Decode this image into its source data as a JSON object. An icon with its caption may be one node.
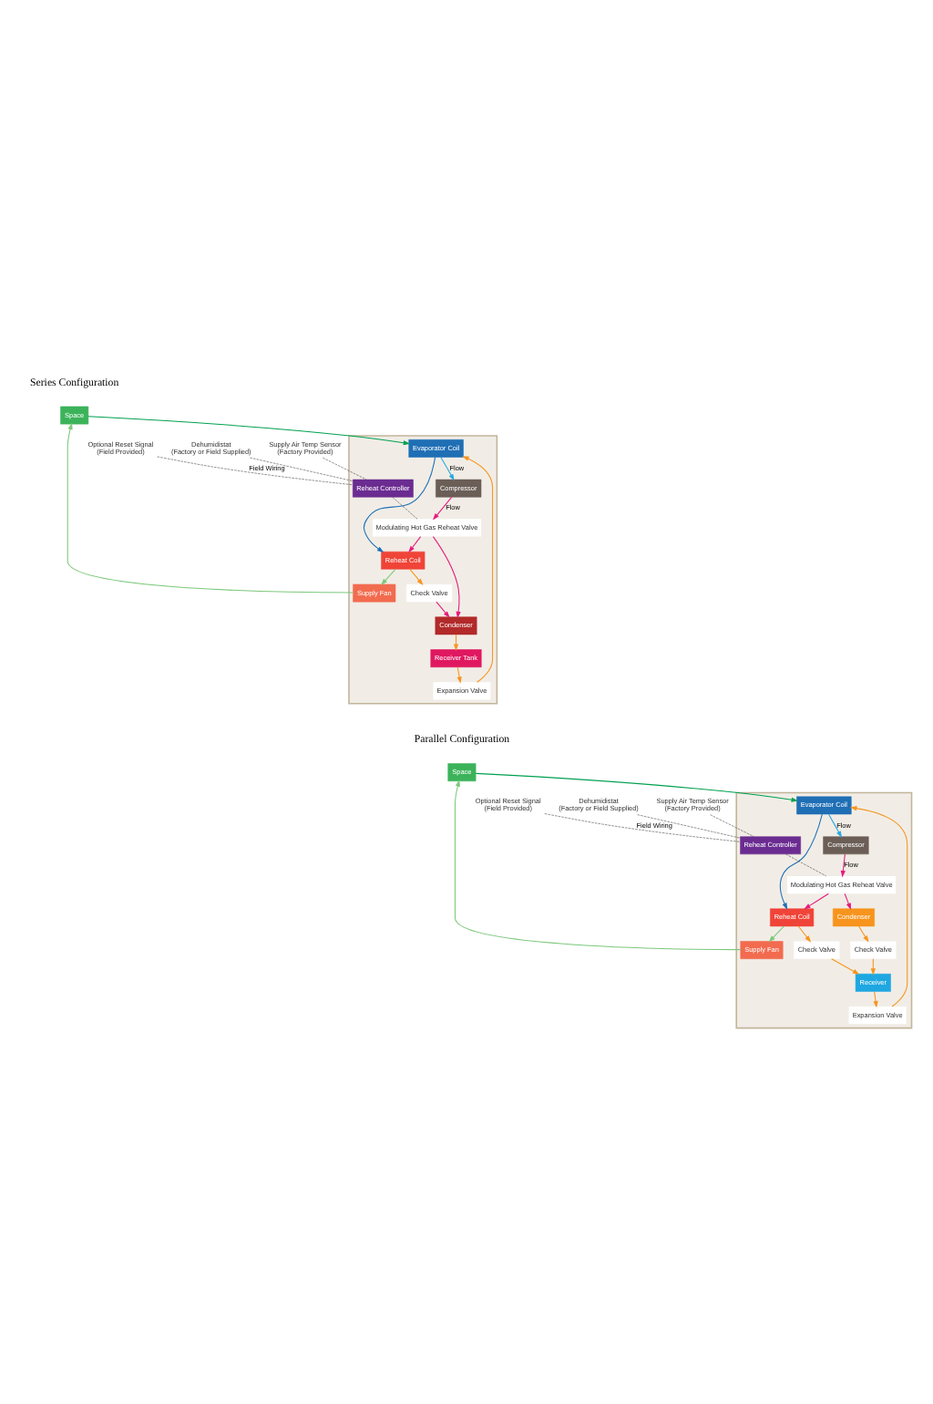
{
  "diagram": {
    "nodes": [
      {
        "text": [
          "Space"
        ]
      },
      {
        "text": [
          "Dehumidistat",
          "(Factory or Field Supplied)"
        ]
      },
      {
        "text": [
          "Supply Air Temp Sensor",
          "(Factory Provided)"
        ]
      },
      {
        "text": [
          "Optional Reset Signal",
          "(Field Provided)"
        ]
      },
      {
        "text": [],
        "shape": "box"
      },
      {
        "text": [
          "Supply Fan"
        ],
        "in": 4
      },
      {
        "text": [
          "Reheat Coil"
        ],
        "in": 4
      },
      {
        "text": [
          "Evaporator Coil"
        ],
        "in": 4
      },
      {
        "text": [
          "Expansion Valve"
        ],
        "in": 4
      },
      {
        "text": [
          "Reheat Controller"
        ],
        "in": 4
      },
      {
        "text": [
          "Check Valve"
        ],
        "in": 4
      },
      {
        "text": [
          "Modulating Hot Gas Reheat Valve"
        ],
        "in": 4
      },
      {
        "text": [
          "Compressor"
        ],
        "in": 4
      },
      {
        "text": [
          "Condenser"
        ],
        "in": 4
      },
      {
        "text": [
          "Receiver Tank"
        ],
        "in": 4
      },
      {
        "text": [
          "Space"
        ]
      },
      {
        "text": [
          "Dehumidistat",
          "(Factory or Field Supplied)"
        ]
      },
      {
        "text": [
          "Supply Air Temp Sensor",
          "(Factory Provided)"
        ]
      },
      {
        "text": [
          "Optional Reset Signal",
          "(Field Provided)"
        ]
      },
      {
        "text": [],
        "shape": "box"
      },
      {
        "text": [
          "Supply Fan"
        ],
        "in": 19
      },
      {
        "text": [
          "Reheat Coil"
        ],
        "in": 19
      },
      {
        "text": [
          "Evaporator Coil"
        ],
        "in": 19
      },
      {
        "text": [
          "Expansion Valve"
        ],
        "in": 19
      },
      {
        "text": [
          "Reheat Controller"
        ],
        "in": 19
      },
      {
        "text": [
          "Modulating Hot Gas Reheat Valve"
        ],
        "in": 19
      },
      {
        "text": [
          "Compressor"
        ],
        "in": 19
      },
      {
        "text": [
          "Condenser"
        ],
        "in": 19
      },
      {
        "text": [
          "Check Valve"
        ],
        "in": 19
      },
      {
        "text": [
          "Check Valve"
        ],
        "in": 19
      },
      {
        "text": [
          "Receiver"
        ],
        "in": 19
      }
    ],
    "edges": [
      {
        "from": 0,
        "to": 7,
        "arrow": "to",
        "color": "#00a050"
      },
      {
        "from": 7,
        "to": 6,
        "arrow": "to",
        "color": "#1f6fb5"
      },
      {
        "from": 6,
        "to": 5,
        "arrow": "to",
        "color": "#7bc87a"
      },
      {
        "from": 5,
        "to": 0,
        "arrow": "to",
        "color": "#7bc87a"
      },
      {
        "from": 12,
        "to": 11,
        "arrow": "to",
        "label": "Flow",
        "color": "#e8197d"
      },
      {
        "from": 11,
        "to": 6,
        "arrow": "to",
        "color": "#e8197d"
      },
      {
        "from": 6,
        "to": 10,
        "arrow": "to",
        "color": "#f7941d"
      },
      {
        "from": 10,
        "to": 13,
        "arrow": "to",
        "color": "#e8197d"
      },
      {
        "from": 11,
        "to": 13,
        "arrow": "to",
        "color": "#e8197d"
      },
      {
        "from": 13,
        "to": 14,
        "arrow": "to",
        "color": "#f7941d"
      },
      {
        "from": 14,
        "to": 8,
        "arrow": "to",
        "color": "#f7941d"
      },
      {
        "from": 8,
        "to": 7,
        "arrow": "to",
        "color": "#f7941d"
      },
      {
        "from": 7,
        "to": 12,
        "arrow": "to",
        "label": "Flow",
        "color": "#29a9e0"
      },
      {
        "from": 1,
        "to": 9,
        "arrow": "none",
        "style": "dashed",
        "color": "#333333"
      },
      {
        "from": 2,
        "to": 9,
        "arrow": "none",
        "style": "dashed",
        "color": "#333333"
      },
      {
        "from": 3,
        "to": 9,
        "arrow": "none",
        "label": "Field Wiring",
        "style": "dashed",
        "color": "#333333"
      },
      {
        "from": 9,
        "to": 11,
        "arrow": "none",
        "style": "dashed",
        "color": "#333333"
      },
      {
        "from": 15,
        "to": 22,
        "arrow": "to",
        "color": "#00a050"
      },
      {
        "from": 22,
        "to": 21,
        "arrow": "to",
        "color": "#1f6fb5"
      },
      {
        "from": 21,
        "to": 20,
        "arrow": "to",
        "color": "#7bc87a"
      },
      {
        "from": 20,
        "to": 15,
        "arrow": "to",
        "color": "#7bc87a"
      },
      {
        "from": 26,
        "to": 25,
        "arrow": "to",
        "label": "Flow",
        "color": "#e8197d"
      },
      {
        "from": 25,
        "to": 21,
        "arrow": "to",
        "color": "#e8197d"
      },
      {
        "from": 25,
        "to": 27,
        "arrow": "to",
        "color": "#e8197d"
      },
      {
        "from": 21,
        "to": 28,
        "arrow": "to",
        "color": "#f7941d"
      },
      {
        "from": 28,
        "to": 30,
        "arrow": "to",
        "color": "#f7941d"
      },
      {
        "from": 27,
        "to": 29,
        "arrow": "to",
        "color": "#f7941d"
      },
      {
        "from": 29,
        "to": 30,
        "arrow": "to",
        "color": "#f7941d"
      },
      {
        "from": 30,
        "to": 23,
        "arrow": "to",
        "color": "#f7941d"
      },
      {
        "from": 23,
        "to": 22,
        "arrow": "to",
        "color": "#f7941d"
      },
      {
        "from": 22,
        "to": 26,
        "arrow": "to",
        "label": "Flow",
        "color": "#29a9e0"
      },
      {
        "from": 16,
        "to": 24,
        "arrow": "none",
        "style": "dashed",
        "color": "#333333"
      },
      {
        "from": 17,
        "to": 24,
        "arrow": "none",
        "style": "dashed",
        "color": "#333333"
      },
      {
        "from": 18,
        "to": 24,
        "arrow": "none",
        "label": "Field Wiring",
        "style": "dashed",
        "color": "#333333"
      },
      {
        "from": 24,
        "to": 25,
        "arrow": "none",
        "style": "dashed",
        "color": "#333333"
      }
    ],
    "labels": [
      "Series Configuration",
      "Parallel Configuration"
    ]
  }
}
